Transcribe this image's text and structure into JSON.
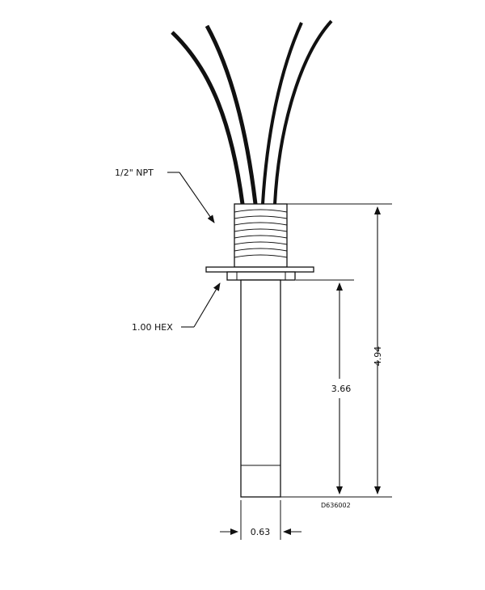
{
  "labels": {
    "thread": "1/2\" NPT",
    "hex": "1.00 HEX",
    "overall_length": "4.94",
    "sheath_length": "3.66",
    "diameter": "0.63",
    "drawing_number": "D636002"
  },
  "colors": {
    "line": "#111111",
    "wire_fill": "#ffffff",
    "wire_dark": "#111111"
  }
}
